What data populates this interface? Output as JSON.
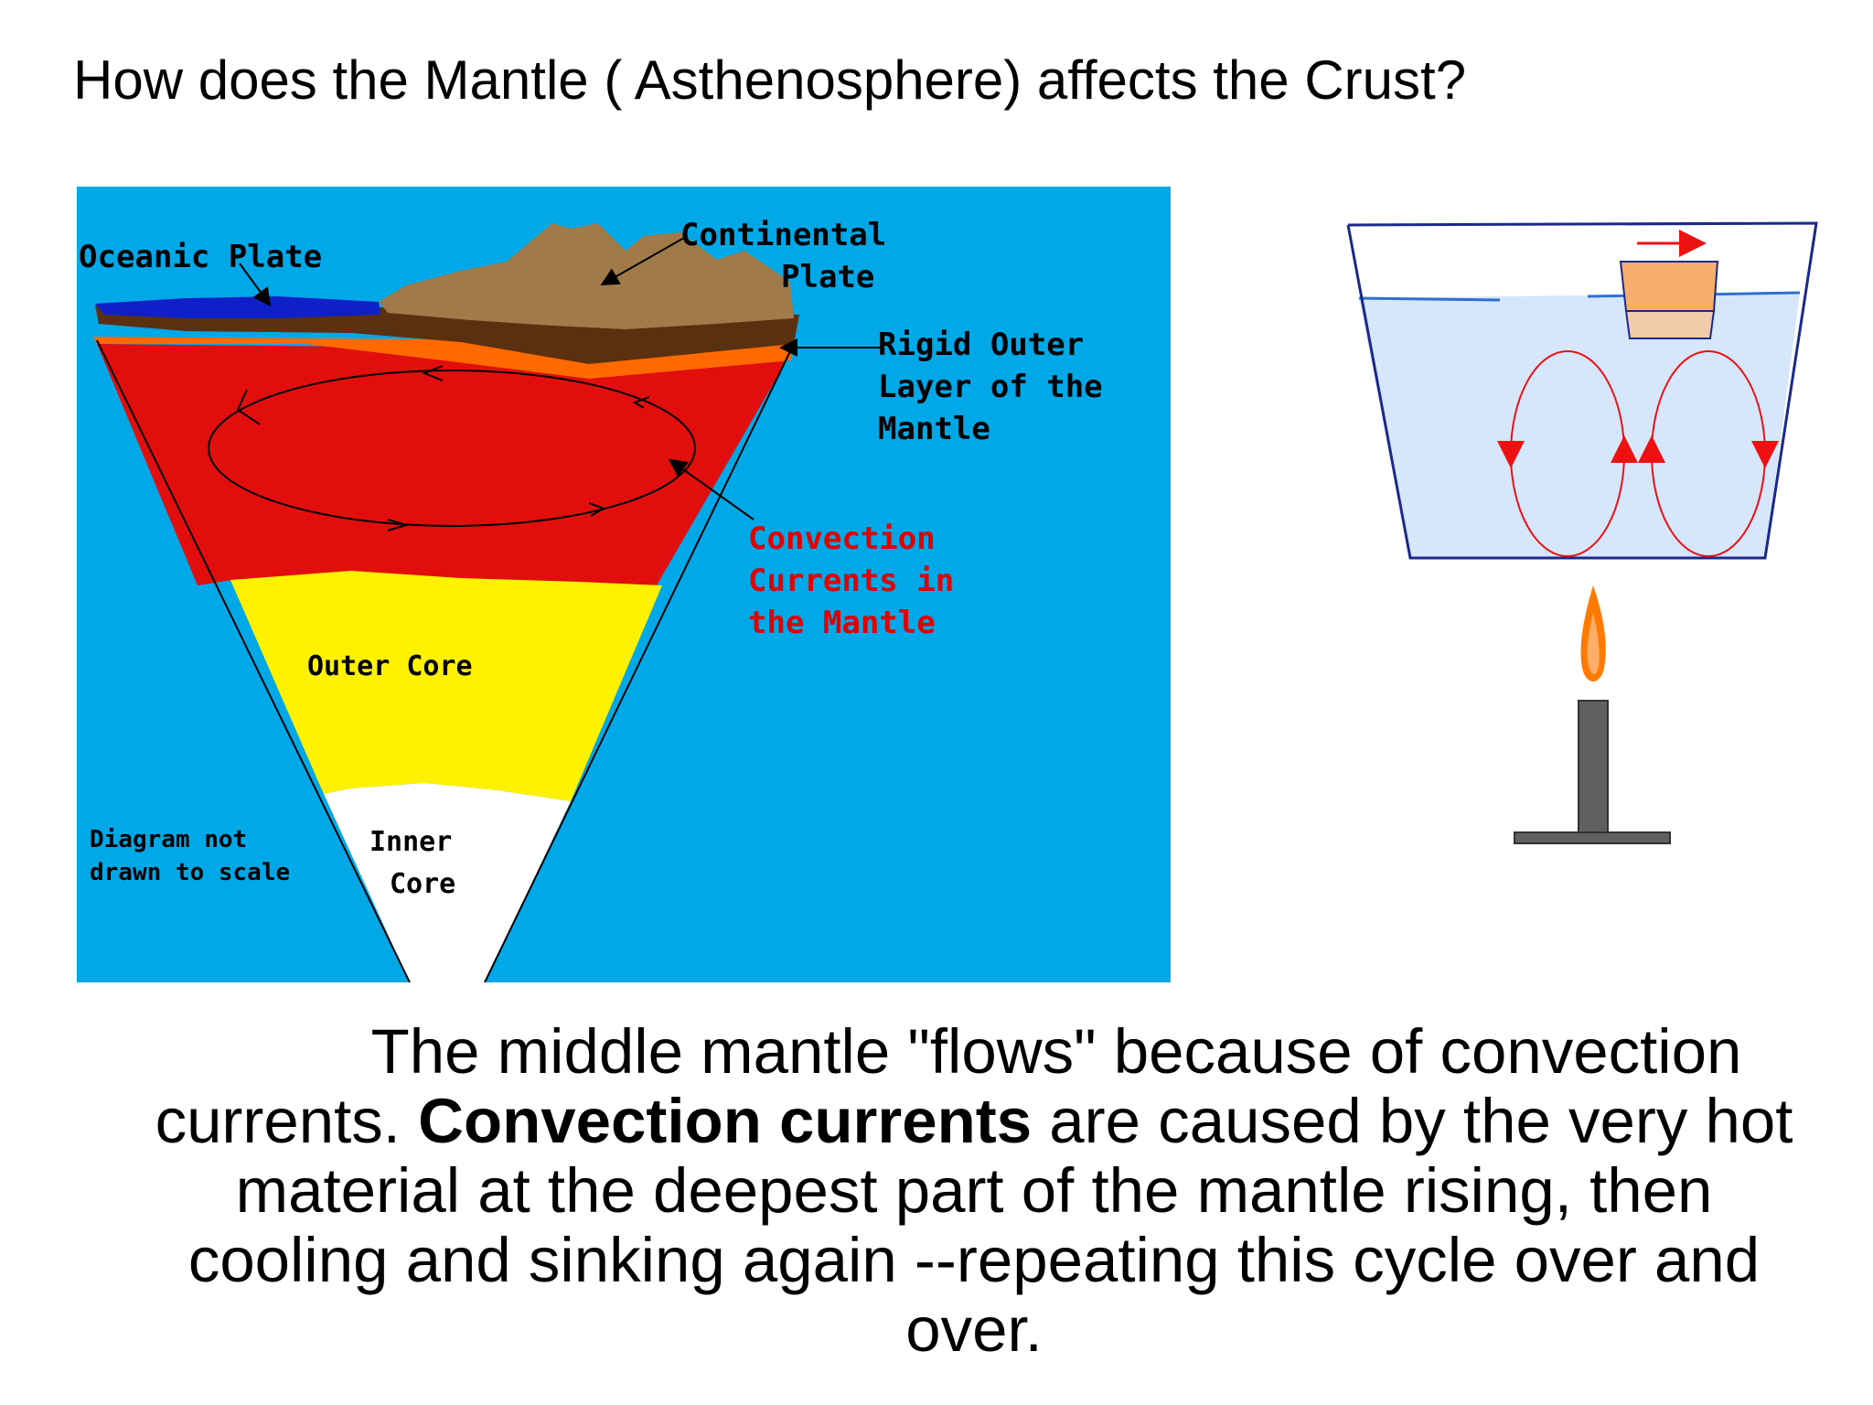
{
  "title": "How does the Mantle ( Asthenosphere) affects the Crust?",
  "earth_diagram": {
    "labels": {
      "oceanic_plate": "Oceanic Plate",
      "continental_plate_line1": "Continental",
      "continental_plate_line2": "Plate",
      "rigid_line1": "Rigid Outer",
      "rigid_line2": "Layer of the",
      "rigid_line3": "Mantle",
      "convection_line1": "Convection",
      "convection_line2": "Currents in",
      "convection_line3": "the Mantle",
      "outer_core": "Outer Core",
      "inner_core_line1": "Inner",
      "inner_core_line2": "Core",
      "scale_note_line1": "Diagram not",
      "scale_note_line2": "drawn to scale"
    },
    "colors": {
      "background": "#00a8e8",
      "mantle": "#e20d0d",
      "rigid_layer": "#ff6a00",
      "outer_core": "#fff200",
      "inner_core": "#ffffff",
      "oceanic_plate": "#1020c8",
      "continental_plate": "#a07a48",
      "crust_dark": "#5a3010",
      "convection_label": "#e00000"
    }
  },
  "beaker_diagram": {
    "colors": {
      "water": "#d6e6fb",
      "water_line": "#3070d0",
      "beaker_outline": "#1a2a8a",
      "currents": "#ee1111",
      "block_top": "#f6ae6c",
      "block_bottom": "#f2ccaa",
      "flame_outer": "#ff7a00",
      "flame_inner": "#ffae6a",
      "burner": "#606060"
    }
  },
  "body": {
    "line1": "The middle mantle \"flows\" because of convection",
    "line2_start": "currents.  ",
    "line2_bold": "Convection currents",
    "line2_end": " are caused by the very hot",
    "line3": "material at the deepest part of the mantle rising, then",
    "line4": "cooling and sinking again --repeating this cycle over and",
    "line5": "over."
  }
}
